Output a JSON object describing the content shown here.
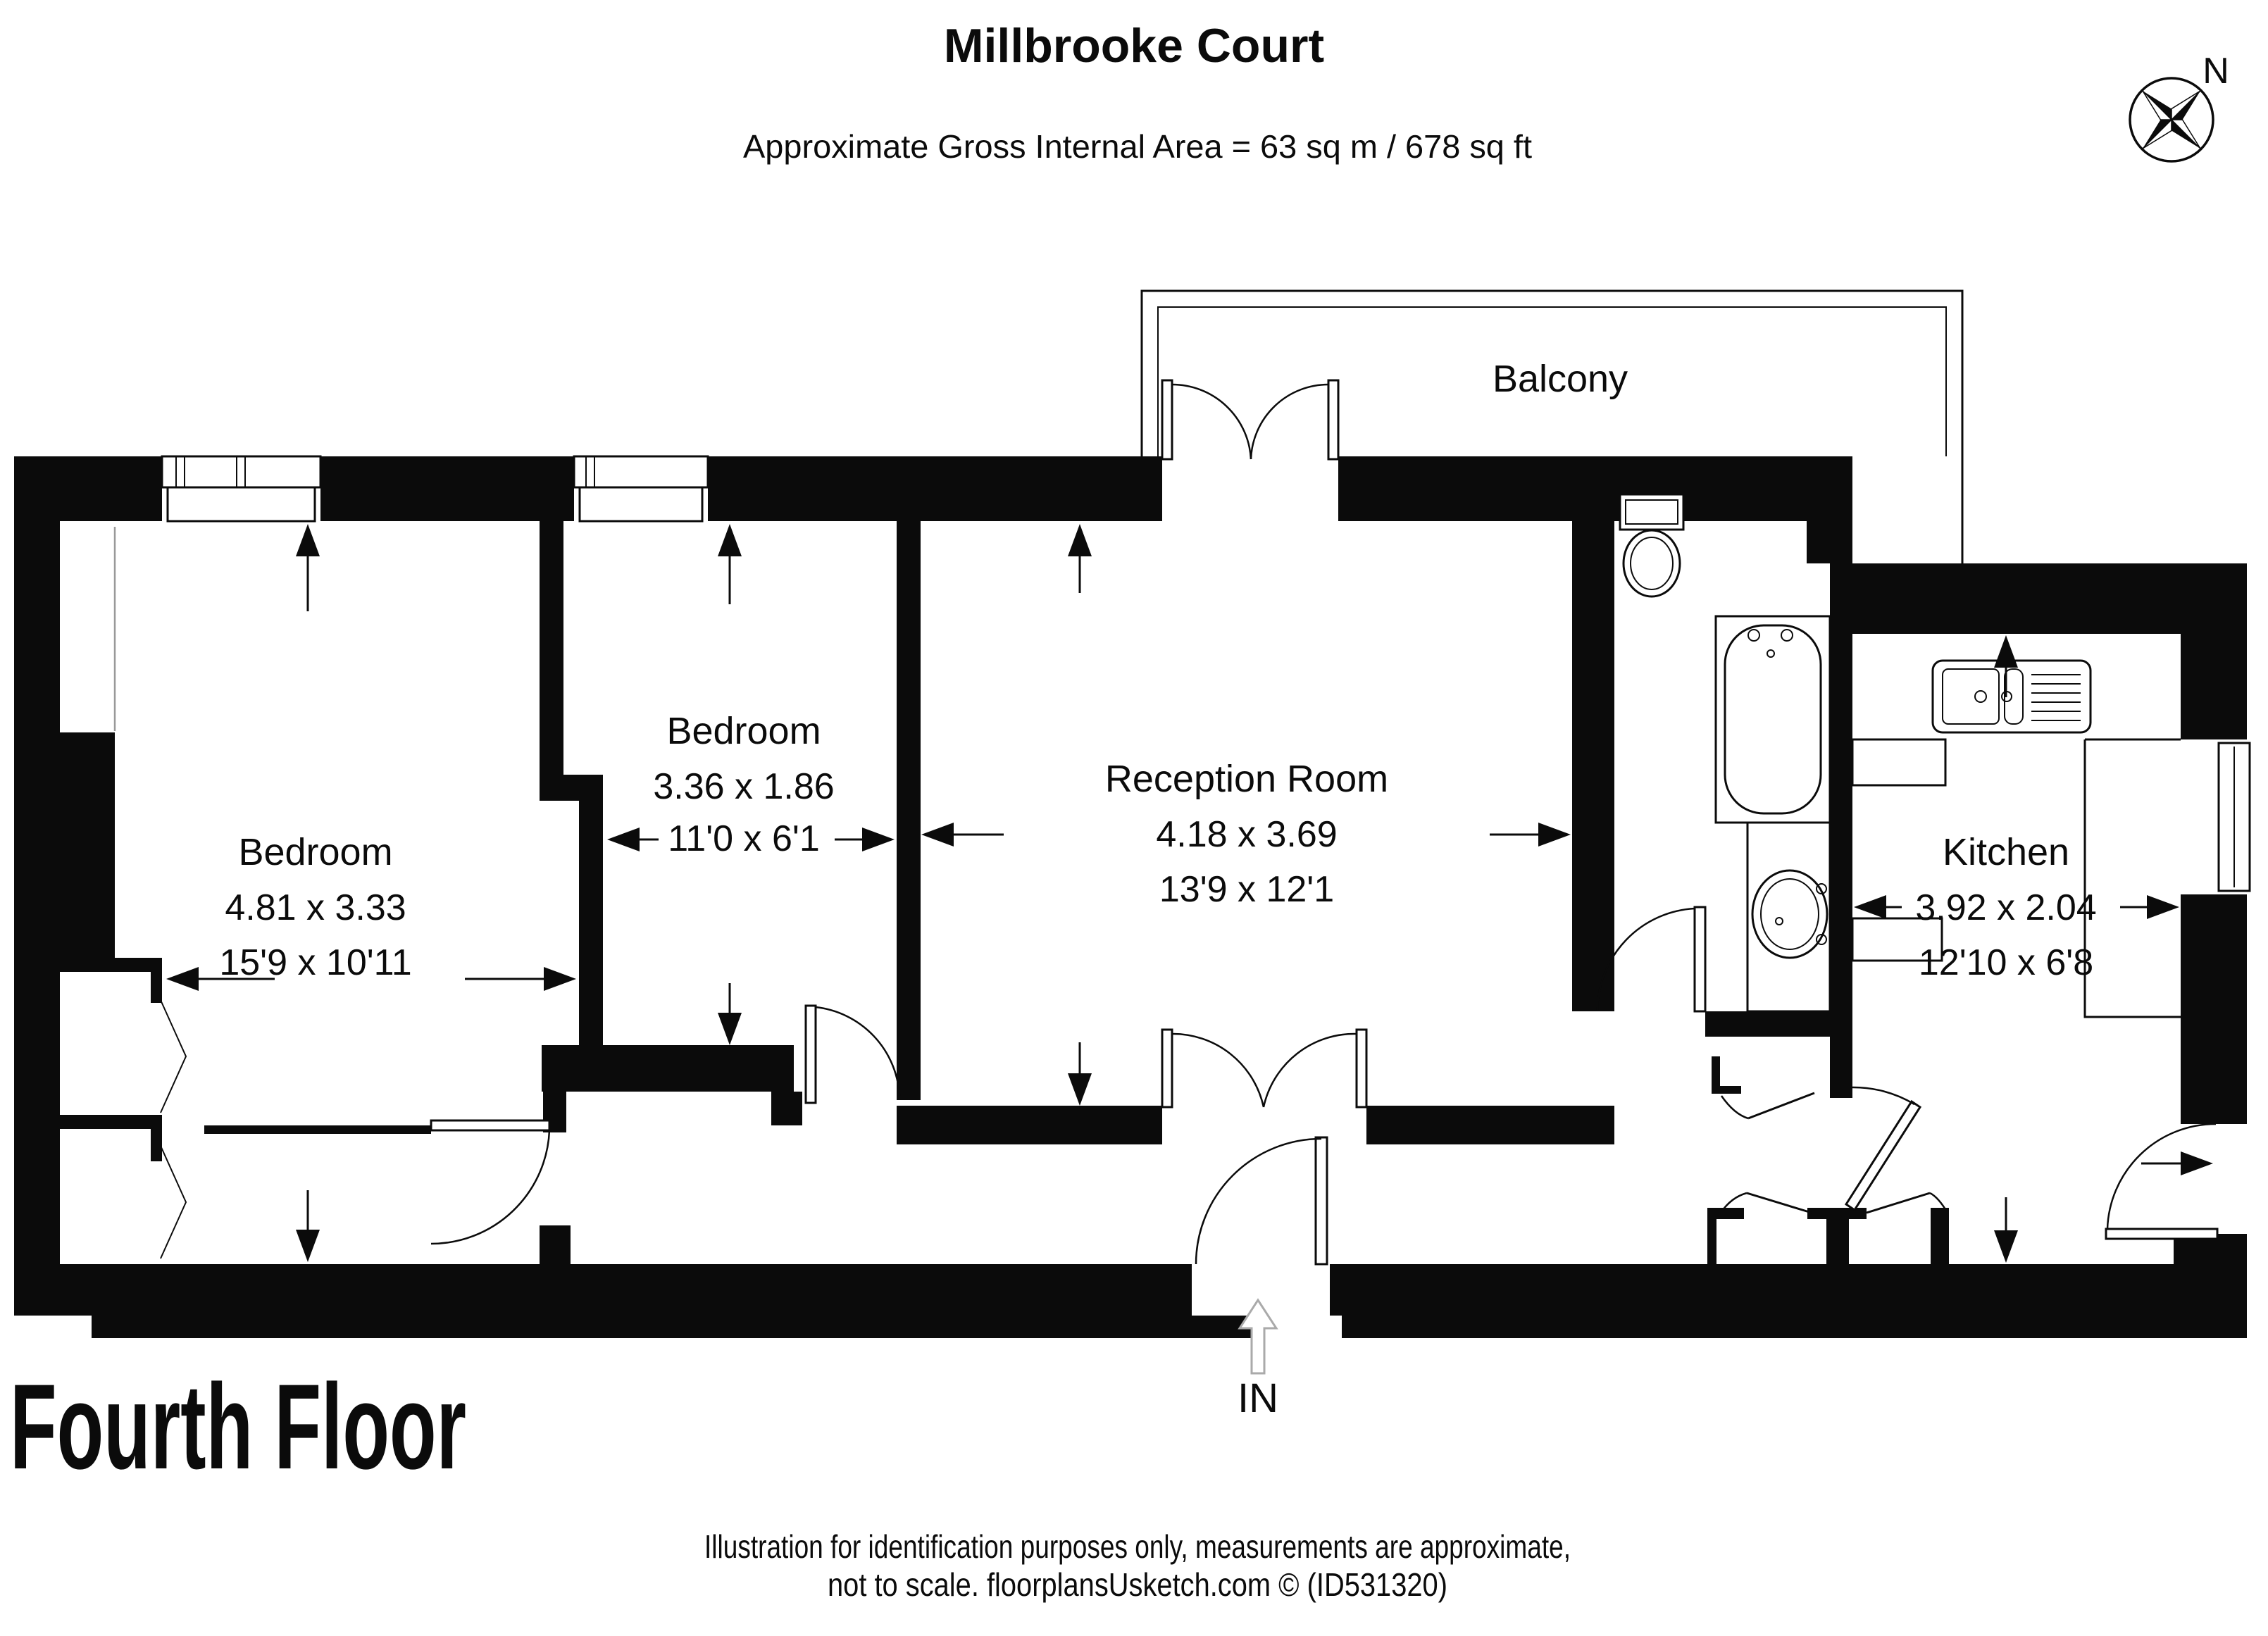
{
  "header": {
    "title": "Millbrooke Court",
    "subtitle": "Approximate Gross Internal Area = 63 sq m / 678 sq ft"
  },
  "compass": {
    "north_label": "N"
  },
  "rooms": [
    {
      "id": "bedroom-1",
      "name": "Bedroom",
      "metric": "4.81 x 3.33",
      "imperial": "15'9 x 10'11"
    },
    {
      "id": "bedroom-2",
      "name": "Bedroom",
      "metric": "3.36 x 1.86",
      "imperial": "11'0 x 6'1"
    },
    {
      "id": "reception",
      "name": "Reception Room",
      "metric": "4.18 x 3.69",
      "imperial": "13'9 x 12'1"
    },
    {
      "id": "kitchen",
      "name": "Kitchen",
      "metric": "3.92 x 2.04",
      "imperial": "12'10 x 6'8"
    },
    {
      "id": "balcony",
      "name": "Balcony"
    }
  ],
  "entrance": {
    "label": "IN"
  },
  "floor": {
    "label": "Fourth Floor"
  },
  "footer": {
    "line1": "Illustration for identification purposes only, measurements are approximate,",
    "line2": "not to scale. floorplansUsketch.com © (ID531320)"
  },
  "colors": {
    "wall": "#0b0b0b",
    "background": "#ffffff",
    "entry_arrow": "#aaaaaa"
  }
}
